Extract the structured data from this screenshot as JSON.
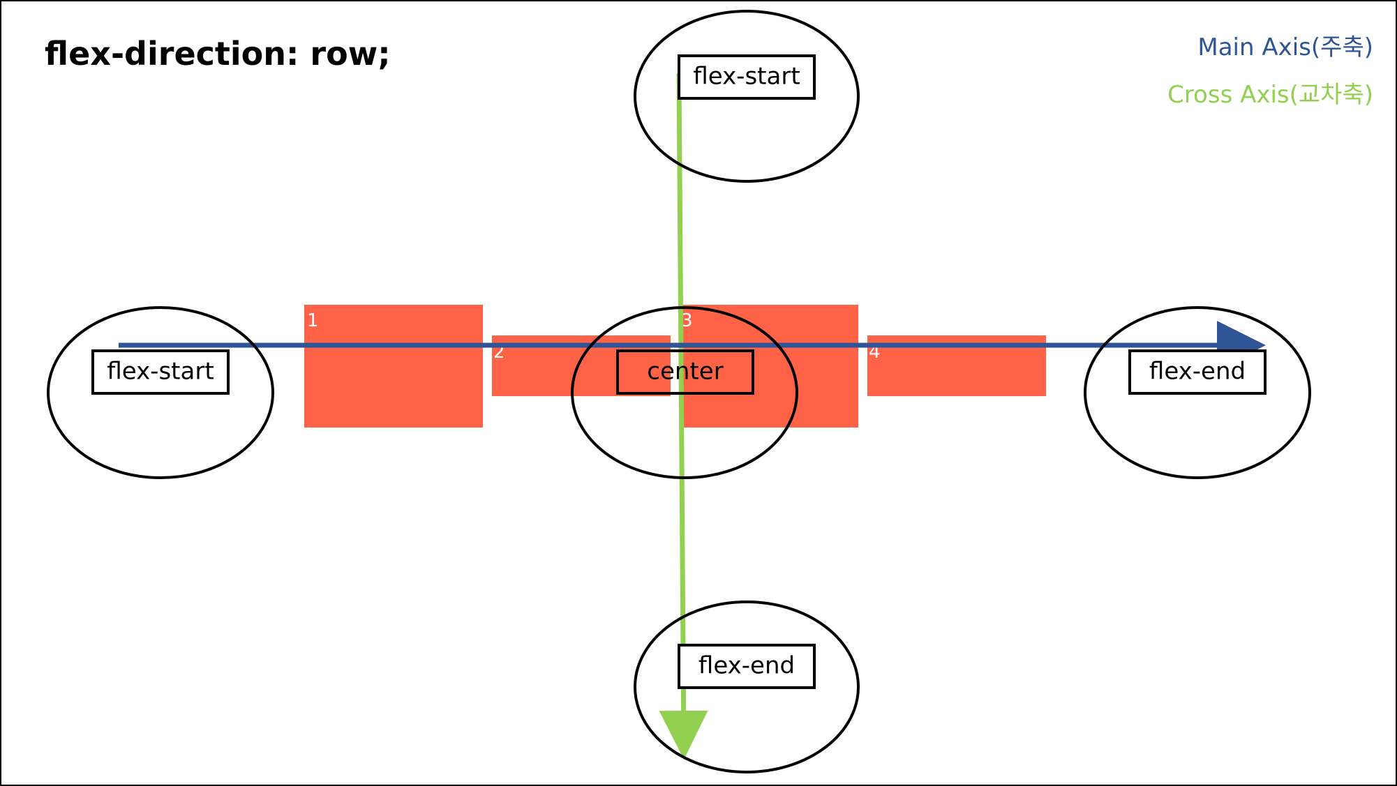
{
  "title": "flex-direction: row;",
  "legend": {
    "main_axis": "Main Axis(주축)",
    "cross_axis": "Cross Axis(교차축)"
  },
  "colors": {
    "main_axis": "#2f5597",
    "cross_axis": "#92d050",
    "item": "#ff6347",
    "item_text": "#ffffff",
    "outline": "#000000"
  },
  "items": [
    {
      "label": "1"
    },
    {
      "label": "2"
    },
    {
      "label": "3"
    },
    {
      "label": "4"
    }
  ],
  "labels": {
    "main_start": "flex-start",
    "main_center": "center",
    "main_end": "flex-end",
    "cross_start": "flex-start",
    "cross_end": "flex-end"
  }
}
